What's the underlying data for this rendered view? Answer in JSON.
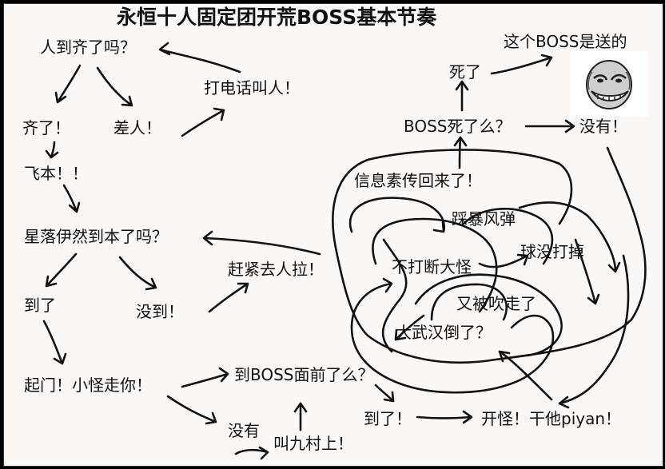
{
  "title": "永恒十人固定团开荒BOSS基本节奏",
  "nodes": {
    "everyone_here": "人到齐了吗？",
    "call_people": "打电话叫人！",
    "all_here": "齐了！",
    "missing": "差人！",
    "fly_in": "飞本！！",
    "xingluo": "星落伊然到本了吗？",
    "go_pull": "赶紧去人拉！",
    "arrived1": "到了",
    "not_arrived": "没到！",
    "start_trash": "起门！小怪走你！",
    "at_boss": "到BOSS面前了么？",
    "no": "没有",
    "call_jiucun": "叫九村上！",
    "arrived2": "到了！",
    "pull": "开怪！干他piyan！",
    "boss_dead": "BOSS死了么？",
    "not_dead": "没有！",
    "died": "死了",
    "boss_gift": "这个BOSS是送的",
    "info_returned": "信息素传回来了！",
    "stomp": "踩暴风弹",
    "no_interrupt": "不打断大怪",
    "ball_not_killed": "球没打掉",
    "blown_away": "又被吹走了",
    "dawuhan_died": "大武汉倒了？"
  },
  "icons": {
    "troll_face": "troll-face-icon"
  }
}
